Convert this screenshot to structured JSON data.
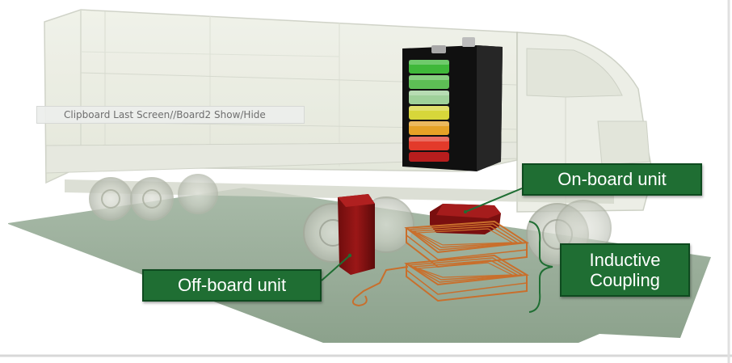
{
  "overlay": {
    "toolbar_tip": "Clipboard Last Screen//Board2 Show/Hide"
  },
  "labels": {
    "onboard_unit": "On-board unit",
    "offboard_unit": "Off-board unit",
    "inductive_coupling_line1": "Inductive",
    "inductive_coupling_line2": "Coupling"
  },
  "colors": {
    "label_fill": "#1f6e33",
    "label_border": "#0e4a1f",
    "ground": "#8fa58f",
    "unit_red": "#8c1414",
    "coil_copper": "#c96f2c",
    "battery_case": "#151515",
    "battery_levels": [
      "#3fb83a",
      "#5dbf55",
      "#9fd19a",
      "#d7d63a",
      "#e6a226",
      "#e33a2a",
      "#b71d1d"
    ]
  },
  "icons": {
    "battery": "battery-level-icon",
    "truck": "truck-outline"
  }
}
